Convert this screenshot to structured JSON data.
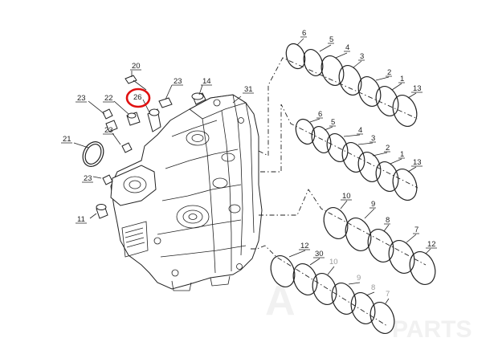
{
  "watermark": {
    "line1": "A",
    "line2": "PARTS"
  },
  "callouts": [
    {
      "id": "c20",
      "text": "20"
    },
    {
      "id": "c23a",
      "text": "23"
    },
    {
      "id": "c14",
      "text": "14"
    },
    {
      "id": "c31",
      "text": "31"
    },
    {
      "id": "c23b",
      "text": "23"
    },
    {
      "id": "c22",
      "text": "22"
    },
    {
      "id": "c26",
      "text": "26",
      "highlight": true
    },
    {
      "id": "c21",
      "text": "21"
    },
    {
      "id": "c23c",
      "text": "23"
    },
    {
      "id": "c23d",
      "text": "23"
    },
    {
      "id": "c11",
      "text": "11"
    },
    {
      "id": "r1_6",
      "text": "6"
    },
    {
      "id": "r1_5",
      "text": "5"
    },
    {
      "id": "r1_4",
      "text": "4"
    },
    {
      "id": "r1_3",
      "text": "3"
    },
    {
      "id": "r1_2",
      "text": "2"
    },
    {
      "id": "r1_1",
      "text": "1"
    },
    {
      "id": "r1_13",
      "text": "13"
    },
    {
      "id": "r2_6",
      "text": "6"
    },
    {
      "id": "r2_5",
      "text": "5"
    },
    {
      "id": "r2_4",
      "text": "4"
    },
    {
      "id": "r2_3",
      "text": "3"
    },
    {
      "id": "r2_2",
      "text": "2"
    },
    {
      "id": "r2_1",
      "text": "1"
    },
    {
      "id": "r2_13",
      "text": "13"
    },
    {
      "id": "r3_10",
      "text": "10"
    },
    {
      "id": "r3_9",
      "text": "9"
    },
    {
      "id": "r3_8",
      "text": "8"
    },
    {
      "id": "r3_7",
      "text": "7"
    },
    {
      "id": "r3_12",
      "text": "12"
    },
    {
      "id": "r4_12",
      "text": "12"
    },
    {
      "id": "r4_30",
      "text": "30"
    },
    {
      "id": "r4_10",
      "text": "10"
    },
    {
      "id": "r4_9",
      "text": "9"
    },
    {
      "id": "r4_8",
      "text": "8"
    },
    {
      "id": "r4_7",
      "text": "7"
    }
  ],
  "highlight_color": "#e01010"
}
